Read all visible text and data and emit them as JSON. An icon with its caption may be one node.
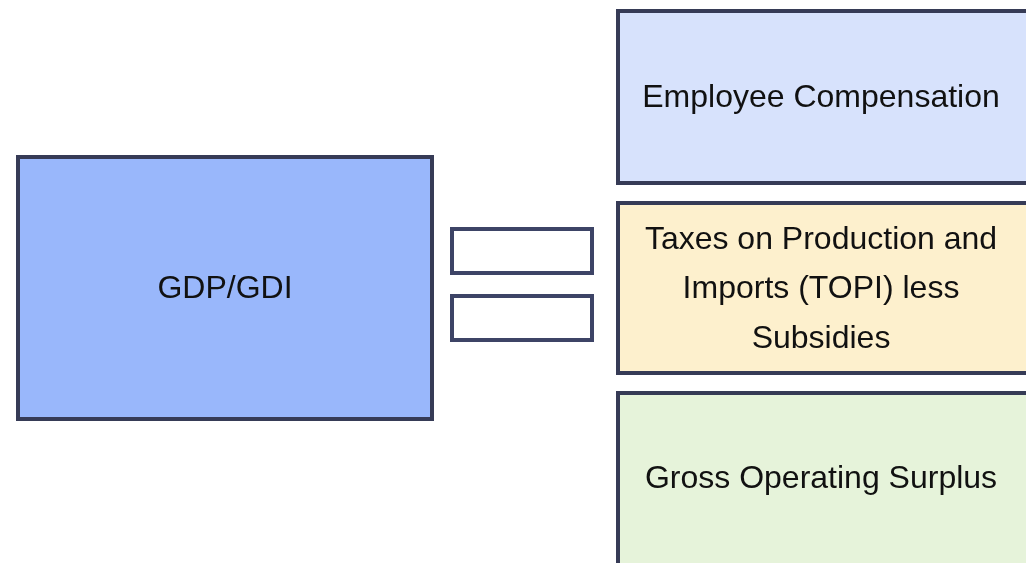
{
  "diagram": {
    "nodes": [
      {
        "text": [
          "GDP/GDI"
        ]
      },
      {
        "text": [
          "Employee Compensation"
        ]
      },
      {
        "text": [
          "Taxes on Production and Imports (TOPI) less Subsidies"
        ]
      },
      {
        "text": [
          "Gross Operating Surplus"
        ]
      }
    ]
  }
}
